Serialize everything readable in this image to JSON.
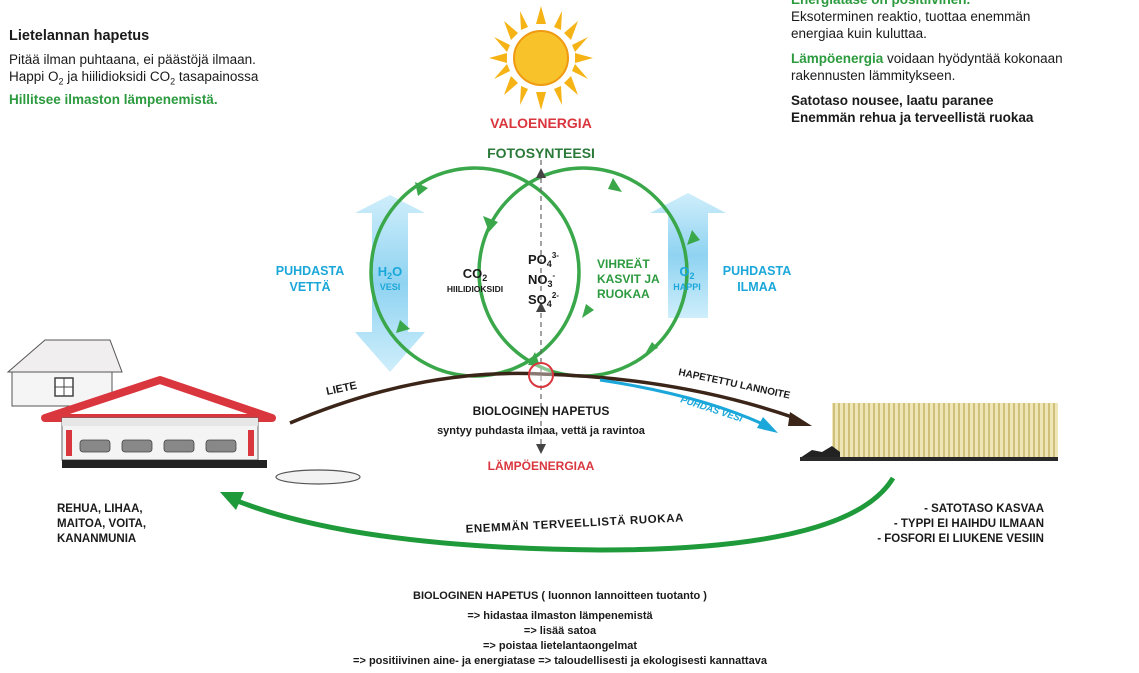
{
  "left_text": {
    "title": "Lietelannan hapetus",
    "line1": "Pitää ilman puhtaana, ei päästöjä ilmaan.",
    "line2_a": "Happi O",
    "line2_sub1": "2",
    "line2_b": " ja hiilidioksidi CO",
    "line2_sub2": "2",
    "line2_c": " tasapainossa",
    "highlight": "Hillitsee ilmaston lämpenemistä."
  },
  "right_text": {
    "top_partial": "Energiatase on positiivinen.",
    "p1_line1": "Eksoterminen reaktio, tuottaa enemmän",
    "p1_line2": "energiaa kuin kuluttaa.",
    "p2_highlight": "Lämpöenergia",
    "p2_rest": " voidaan hyödyntää kokonaan",
    "p2_line2": "rakennusten lämmitykseen.",
    "p3_line1": "Satotaso nousee, laatu paranee",
    "p3_line2": "Enemmän rehua ja terveellistä ruokaa"
  },
  "cycle": {
    "valoenergia": "VALOENERGIA",
    "fotosynteesi": "FOTOSYNTEESI",
    "puhdasta_vetta_1": "PUHDASTA",
    "puhdasta_vetta_2": "VETTÄ",
    "h2o_h": "H",
    "h2o_sub": "2",
    "h2o_o": "O",
    "vesi": "VESI",
    "co2_co": "CO",
    "co2_sub": "2",
    "hiilidioksidi": "HIILIDIOKSIDI",
    "po4": "PO",
    "po4_sub": "4",
    "po4_sup": "3-",
    "no3": "NO",
    "no3_sub": "3",
    "no3_sup": "-",
    "so4": "SO",
    "so4_sub": "4",
    "so4_sup": "2-",
    "vihreat_1": "VIHREÄT",
    "vihreat_2": "KASVIT JA",
    "vihreat_3": "RUOKAA",
    "o2_o": "O",
    "o2_sub": "2",
    "happi": "HAPPI",
    "puhdasta_ilmaa_1": "PUHDASTA",
    "puhdasta_ilmaa_2": "ILMAA"
  },
  "flow": {
    "liete": "LIETE",
    "hapetettu": "HAPETETTU LANNOITE",
    "puhdas_vesi": "PUHDAS VESI",
    "bio_title": "BIOLOGINEN HAPETUS",
    "bio_sub": "syntyy puhdasta ilmaa, vettä ja ravintoa",
    "lampo": "LÄMPÖENERGIAA",
    "return_arrow": "ENEMMÄN TERVEELLISTÄ RUOKAA"
  },
  "farm_products": [
    "REHUA, LIHAA,",
    "MAITOA, VOITA,",
    "KANANMUNIA"
  ],
  "field_results": [
    "- SATOTASO KASVAA",
    "- TYPPI EI HAIHDU ILMAAN",
    "- FOSFORI EI LIUKENE VESIIN"
  ],
  "bottom": {
    "title": "BIOLOGINEN HAPETUS ( luonnon lannoitteen tuotanto )",
    "lines": [
      "=> hidastaa ilmaston lämpenemistä",
      "=> lisää satoa",
      "=> poistaa lietelantaongelmat",
      "=> positiivinen aine- ja energiatase => taloudellisesti ja ekologisesti kannattava"
    ]
  },
  "colors": {
    "green_text": "#2c9a3e",
    "cycle_green": "#3aa84a",
    "red": "#d9363e",
    "blue": "#1ba7d9",
    "sun": "#f6b316",
    "slurry_brown": "#3b2418",
    "field": "#d9c98a"
  }
}
